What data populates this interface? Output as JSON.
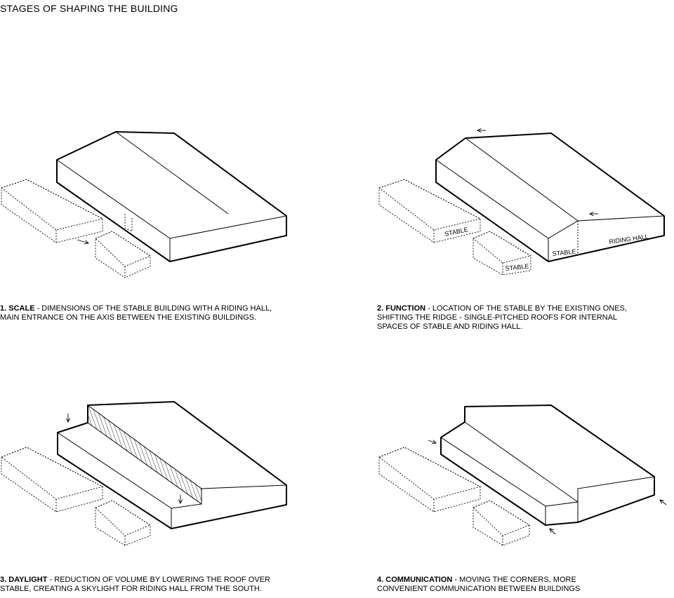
{
  "title": "STAGES OF SHAPING THE BUILDING",
  "labels": {
    "stable": "STABLE",
    "riding_hall": "RIDING HALL"
  },
  "stages": [
    {
      "number": "1.",
      "heading": "SCALE",
      "line1": " - DIMENSIONS OF THE STABLE BUILDING WITH A RIDING HALL,",
      "line2": "MAIN ENTRANCE ON THE AXIS BETWEEN THE  EXISTING BUILDINGS.",
      "line3": ""
    },
    {
      "number": "2.",
      "heading": "FUNCTION",
      "line1": " - LOCATION OF THE STABLE BY THE EXISTING ONES,",
      "line2": "SHIFTING THE RIDGE - SINGLE-PITCHED ROOFS FOR INTERNAL",
      "line3": "SPACES OF STABLE AND RIDING HALL."
    },
    {
      "number": "3.",
      "heading": "DAYLIGHT",
      "line1": " - REDUCTION OF VOLUME BY LOWERING THE ROOF OVER",
      "line2": "STABLE, CREATING A SKYLIGHT FOR RIDING HALL FROM THE SOUTH.",
      "line3": ""
    },
    {
      "number": "4.",
      "heading": "COMMUNICATION",
      "line1": " - MOVING THE CORNERS, MORE",
      "line2": "CONVENIENT COMMUNICATION BETWEEN BUILDINGS",
      "line3": ""
    }
  ]
}
